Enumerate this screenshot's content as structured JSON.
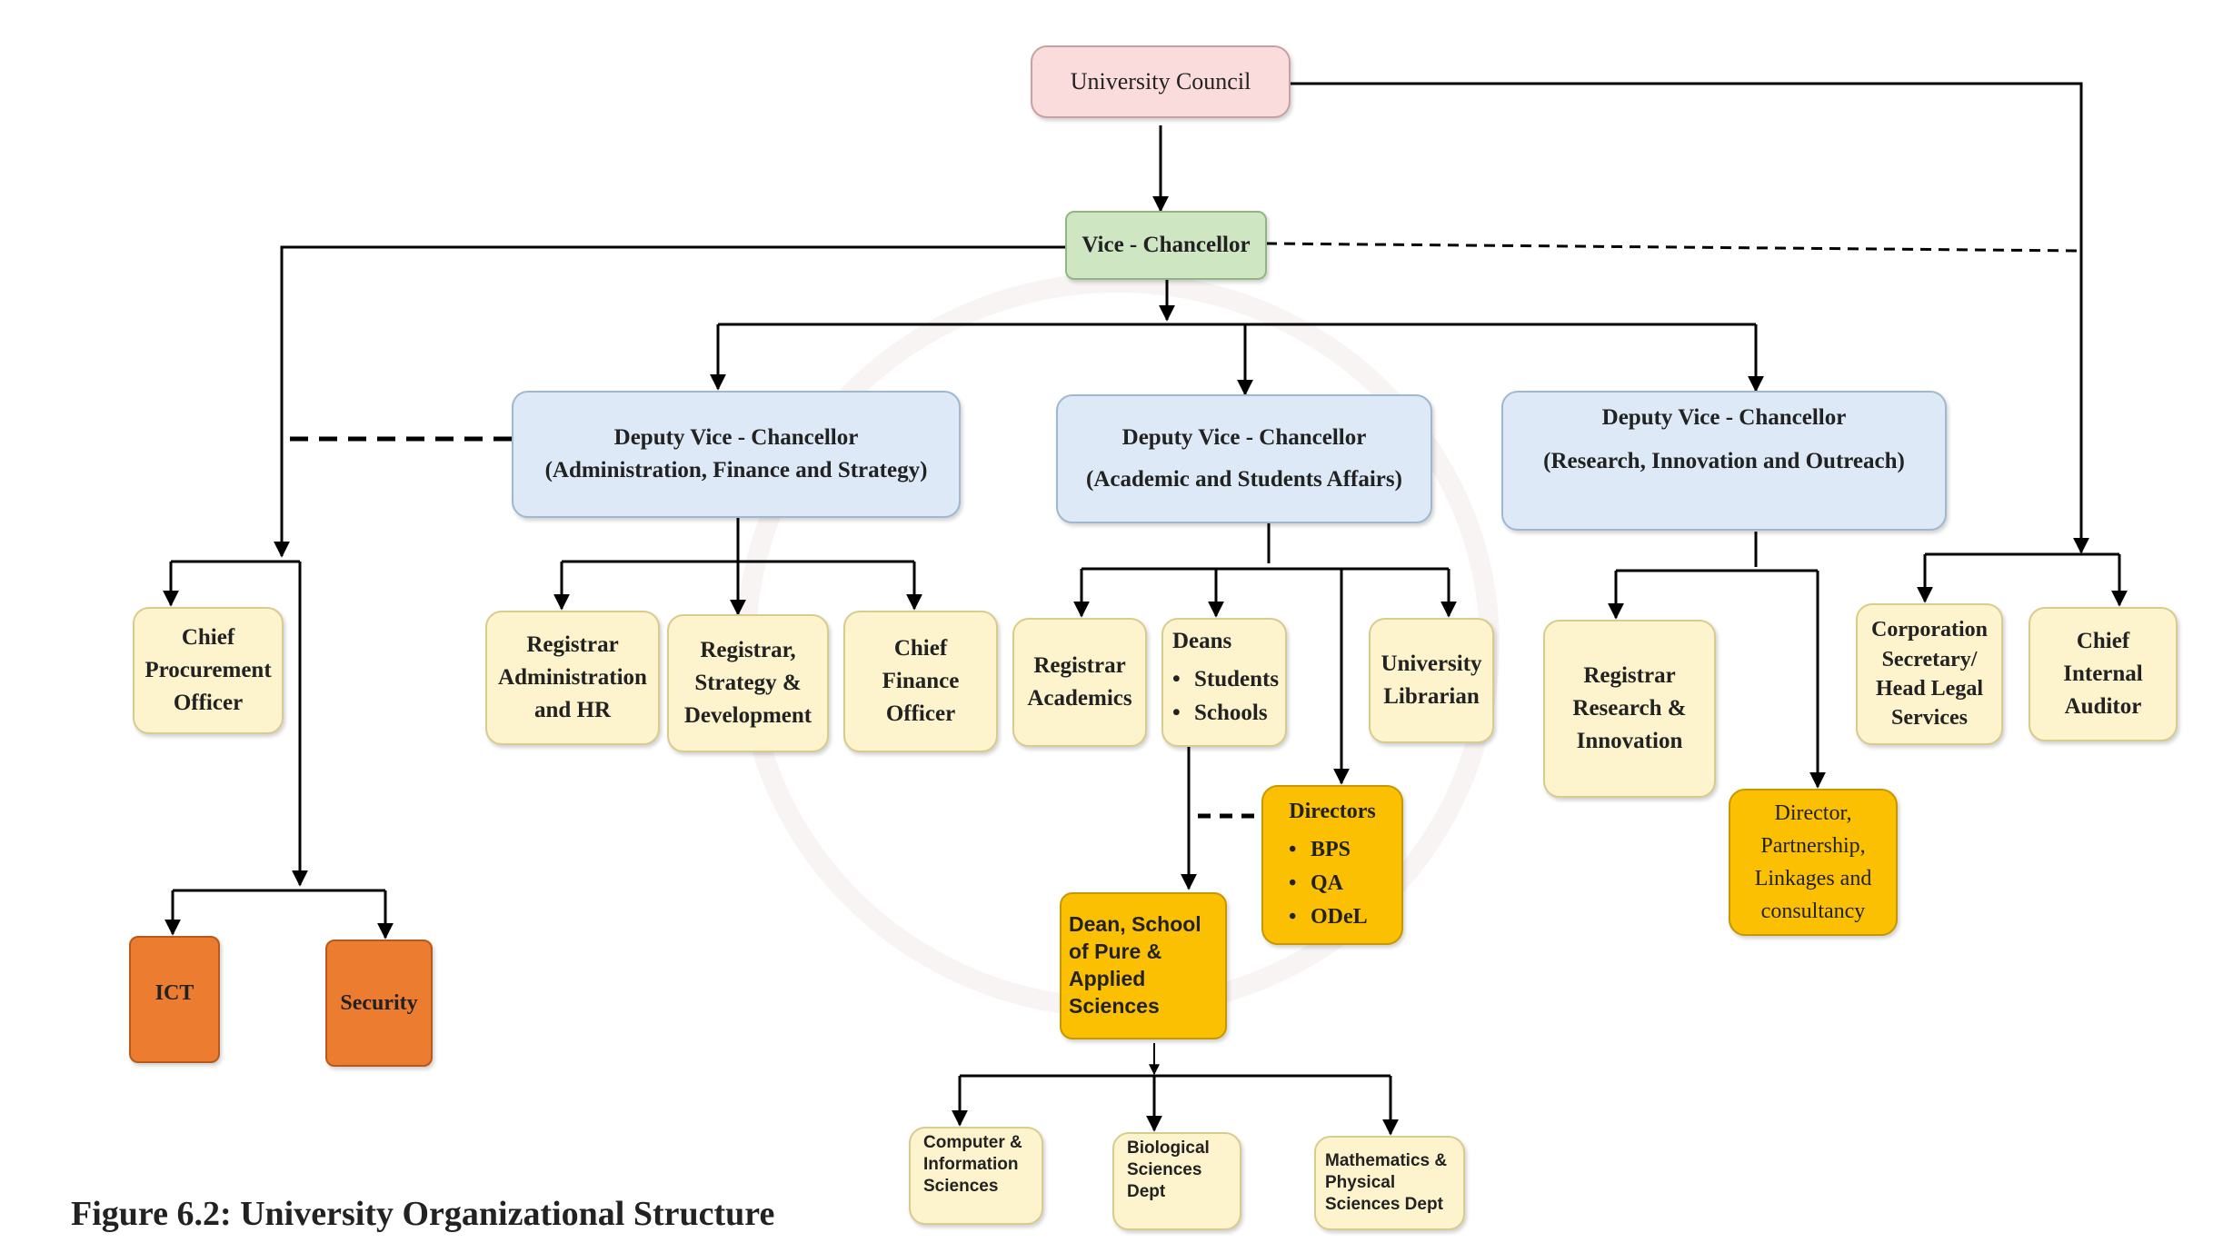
{
  "nodes": {
    "council": "University Council",
    "vc": "Vice - Chancellor",
    "dvc_admin": {
      "title": "Deputy Vice - Chancellor",
      "sub": "(Administration, Finance and Strategy)"
    },
    "dvc_academic": {
      "title": "Deputy Vice - Chancellor",
      "sub": "(Academic and Students Affairs)"
    },
    "dvc_research": {
      "title": "Deputy Vice - Chancellor",
      "sub": "(Research, Innovation and Outreach)"
    },
    "procurement": [
      "Chief",
      "Procurement",
      "Officer"
    ],
    "reg_admin": [
      "Registrar",
      "Administration",
      "and HR"
    ],
    "reg_strategy": [
      "Registrar,",
      "Strategy &",
      "Development"
    ],
    "cfo": [
      "Chief",
      "Finance",
      "Officer"
    ],
    "reg_academics": [
      "Registrar",
      "Academics"
    ],
    "deans": {
      "title": "Deans",
      "items": [
        "Students",
        "Schools"
      ]
    },
    "librarian": [
      "University",
      "Librarian"
    ],
    "reg_research": [
      "Registrar",
      "Research &",
      "Innovation"
    ],
    "corp_sec": [
      "Corporation",
      "Secretary/",
      "Head Legal",
      "Services"
    ],
    "internal_auditor": [
      "Chief",
      "Internal",
      "Auditor"
    ],
    "ict": "ICT",
    "security": "Security",
    "directors": {
      "title": "Directors",
      "items": [
        "BPS",
        "QA",
        "ODeL"
      ]
    },
    "director_partnership": [
      "Director,",
      "Partnership,",
      "Linkages and",
      "consultancy"
    ],
    "dean_spas": [
      "Dean, School",
      "of Pure &",
      "Applied",
      "Sciences"
    ],
    "dept_cis": [
      "Computer &",
      "Information",
      "Sciences"
    ],
    "dept_bio": [
      "Biological",
      "Sciences",
      "Dept"
    ],
    "dept_math": [
      "Mathematics &",
      "Physical",
      "Sciences Dept"
    ]
  },
  "caption": "Figure 6.2: University Organizational Structure",
  "colors": {
    "cream": "#fdf3cc",
    "blue": "#dde9f6",
    "pink": "#fbdcdc",
    "green": "#cfe6c3",
    "orange": "#ec7c30",
    "gold": "#fbc001",
    "line": "#000000"
  }
}
